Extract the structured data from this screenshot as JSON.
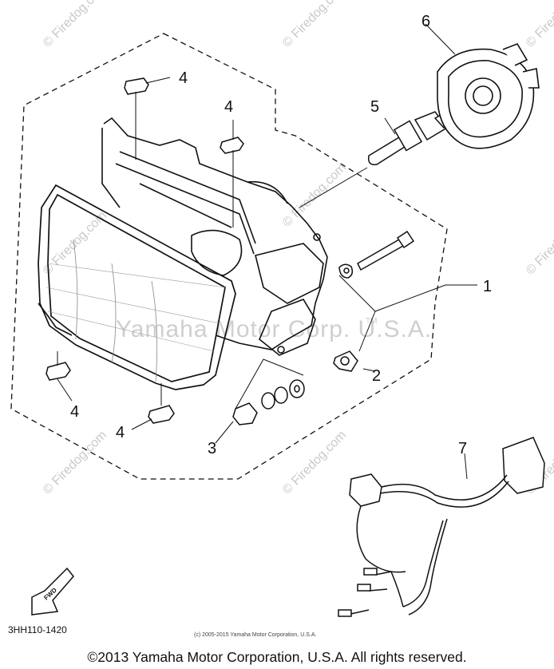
{
  "callouts": {
    "c1": "1",
    "c2": "2",
    "c3": "3",
    "c4a": "4",
    "c4b": "4",
    "c4c": "4",
    "c4d": "4",
    "c5": "5",
    "c6": "6",
    "c7": "7"
  },
  "watermarks": {
    "center": "Yamaha Motor Corp. U.S.A.",
    "tm": "TM",
    "site": "© Firedog.com"
  },
  "diagram_code": "3HH110-1420",
  "fwd_label": "FWD",
  "small_copyright": "(c) 2005-2015 Yamaha Motor Corporation, U.S.A.",
  "footer": "©2013 Yamaha Motor Corporation, U.S.A. All rights reserved."
}
